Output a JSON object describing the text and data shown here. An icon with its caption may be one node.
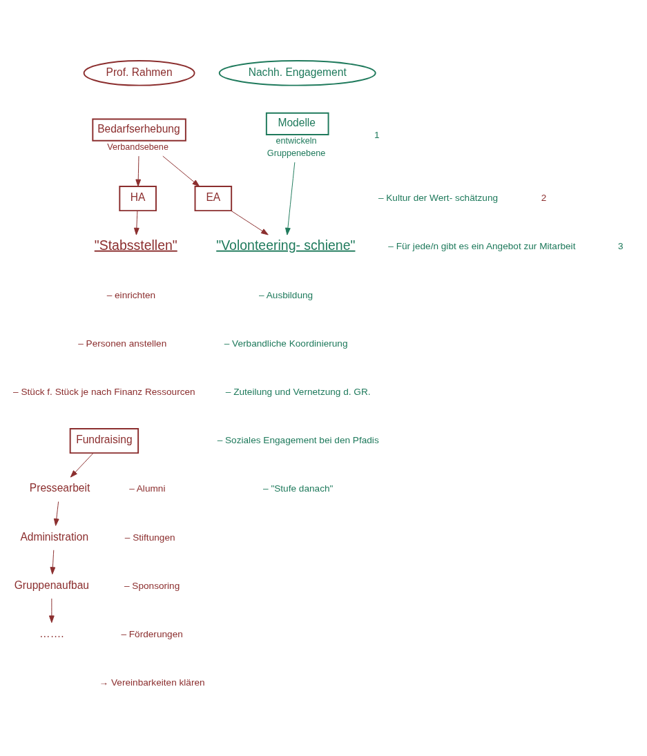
{
  "diagram": {
    "nodes": [
      {
        "text": [
          "Prof. Rahmen"
        ]
      },
      {
        "text": [
          "Nachh. Engagement"
        ]
      },
      {
        "text": [
          "Bedarfserhebung"
        ],
        "beside": [
          "Verbandsebene"
        ]
      },
      {
        "text": [
          "Modelle"
        ],
        "beside": [
          "entwickeln",
          "Gruppenebene"
        ]
      },
      {
        "text": [
          "HA"
        ]
      },
      {
        "text": [
          "EA"
        ]
      },
      {
        "text": [
          "\"Stabsstellen\""
        ]
      },
      {
        "text": [
          "\"Volonteering- schiene\""
        ]
      },
      {
        "text": [
          "Fundraising"
        ]
      },
      {
        "text": [
          "Pressearbeit"
        ]
      },
      {
        "text": [
          "Administration"
        ]
      },
      {
        "text": [
          "Gruppenaufbau"
        ]
      },
      {
        "text": [
          "……."
        ]
      }
    ],
    "edges": [
      {
        "from": 2,
        "to": 4,
        "arrow": "to"
      },
      {
        "from": 2,
        "to": 5,
        "arrow": "to"
      },
      {
        "from": 4,
        "to": 6,
        "arrow": "to"
      },
      {
        "from": 5,
        "to": 7,
        "arrow": "to"
      },
      {
        "from": 3,
        "to": 7,
        "arrow": "to",
        "color": "#1f7a5c"
      },
      {
        "from": 8,
        "to": 9,
        "arrow": "to"
      },
      {
        "from": 9,
        "to": 10,
        "arrow": "to"
      },
      {
        "from": 10,
        "to": 11,
        "arrow": "to"
      },
      {
        "from": 11,
        "to": 12,
        "arrow": "to"
      }
    ],
    "labels": [
      "1",
      "– Kultur der Wert- schätzung",
      "– Für jede/n gibt es ein Angebot zur Mitarbeit",
      "2",
      "3",
      "– einrichten",
      "– Personen anstellen",
      "– Stück f. Stück je nach Finanz Ressourcen",
      "– Ausbildung",
      "– Verbandliche Koordinierung",
      "– Zuteilung und Vernetzung d. GR.",
      "– Soziales Engagement bei den Pfadis",
      "– \"Stufe danach\"",
      "– Alumni",
      "– Stiftungen",
      "– Sponsoring",
      "– Förderungen",
      "→ Vereinbarkeiten klären"
    ]
  }
}
